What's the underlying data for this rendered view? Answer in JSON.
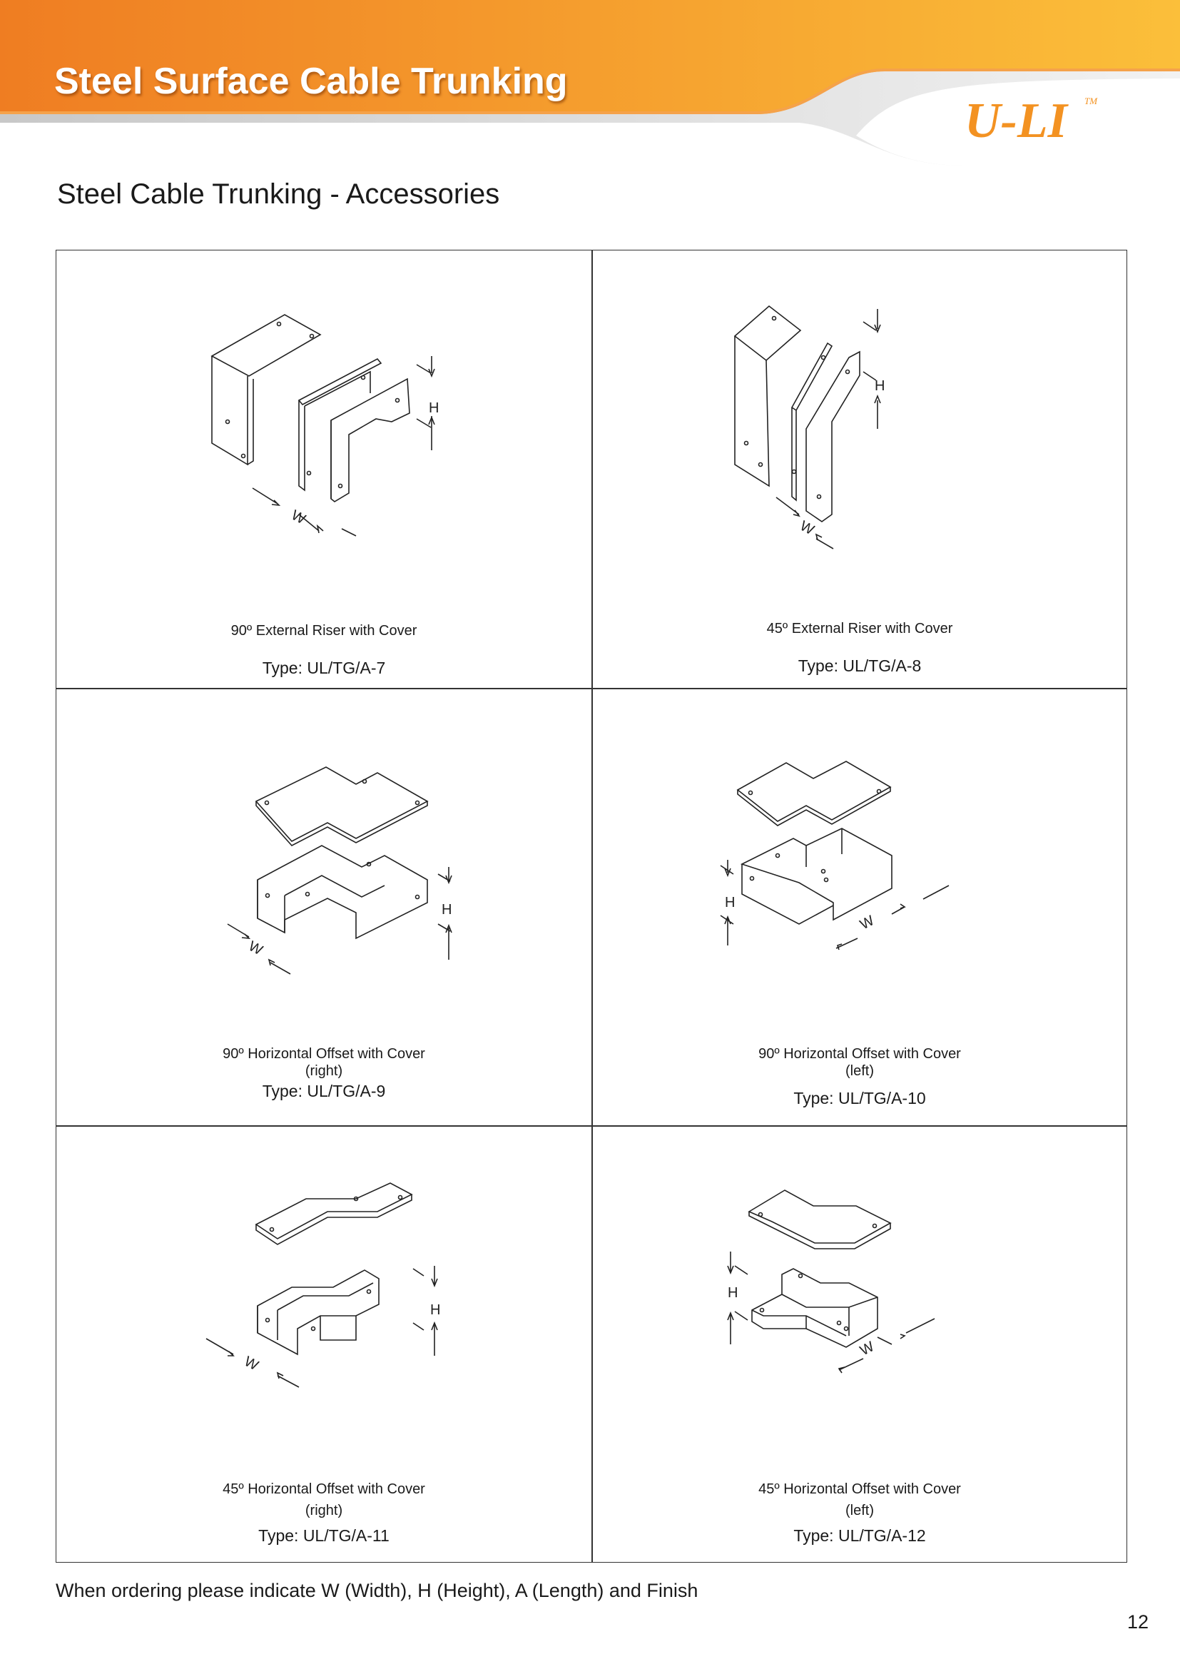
{
  "header": {
    "title": "Steel Surface Cable Trunking",
    "logo": "U-LI",
    "trademark": "TM",
    "colors": {
      "orange_dark": "#ef7d22",
      "orange_light": "#fbbf3a",
      "grey": "#d9d9d9"
    }
  },
  "section_title": "Steel Cable Trunking - Accessories",
  "dimension_labels": {
    "width": "W",
    "height": "H"
  },
  "items": [
    {
      "caption_line1": "90º External Riser with Cover",
      "caption_line2": "",
      "type": "Type: UL/TG/A-7"
    },
    {
      "caption_line1": "45º External Riser with Cover",
      "caption_line2": "",
      "type": "Type: UL/TG/A-8"
    },
    {
      "caption_line1": "90º Horizontal Offset with Cover",
      "caption_line2": "(right)",
      "type": "Type: UL/TG/A-9"
    },
    {
      "caption_line1": "90º Horizontal Offset with Cover",
      "caption_line2": "(left)",
      "type": "Type: UL/TG/A-10"
    },
    {
      "caption_line1": "45º Horizontal Offset with Cover",
      "caption_line2": "(right)",
      "type": "Type: UL/TG/A-11"
    },
    {
      "caption_line1": "45º Horizontal Offset with Cover",
      "caption_line2": "(left)",
      "type": "Type: UL/TG/A-12"
    }
  ],
  "footer_note": "When ordering please indicate W (Width), H (Height), A (Length) and Finish",
  "page_number": "12"
}
